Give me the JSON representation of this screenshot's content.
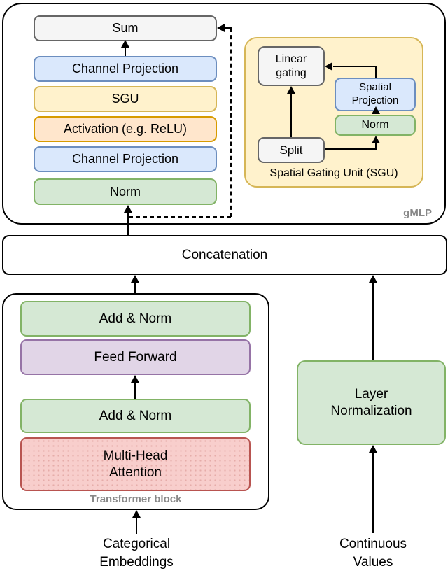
{
  "colors": {
    "gray": {
      "fill": "#F5F5F5",
      "border": "#666666"
    },
    "blue": {
      "fill": "#DAE8FC",
      "border": "#6C8EBF"
    },
    "yellow": {
      "fill": "#FFF2CC",
      "border": "#D6B656"
    },
    "orange": {
      "fill": "#FFE6CC",
      "border": "#D79B00"
    },
    "green": {
      "fill": "#D5E8D4",
      "border": "#82B366"
    },
    "red": {
      "fill": "#F8CECC",
      "border": "#B85450"
    },
    "purple": {
      "fill": "#E1D5E7",
      "border": "#9673A6"
    }
  },
  "diagram": {
    "gmlp_block": {
      "caption": "gMLP",
      "stack": [
        {
          "label": "Sum"
        },
        {
          "label": "Channel Projection"
        },
        {
          "label": "SGU"
        },
        {
          "label": "Activation (e.g. ReLU)"
        },
        {
          "label": "Channel Projection"
        },
        {
          "label": "Norm"
        }
      ],
      "sgu_inset": {
        "caption": "Spatial Gating Unit (SGU)",
        "linear_gating": "Linear\ngating",
        "spatial_projection": "Spatial\nProjection",
        "norm": "Norm",
        "split": "Split"
      }
    },
    "concatenation": "Concatenation",
    "transformer_block": {
      "caption": "Transformer block",
      "add_norm_top": "Add & Norm",
      "feed_forward": "Feed Forward",
      "add_norm_bottom": "Add & Norm",
      "multi_head_attention": "Multi-Head\nAttention"
    },
    "layer_normalization": "Layer\nNormalization",
    "input_categorical": "Categorical\nEmbeddings",
    "input_continuous": "Continuous\nValues"
  }
}
